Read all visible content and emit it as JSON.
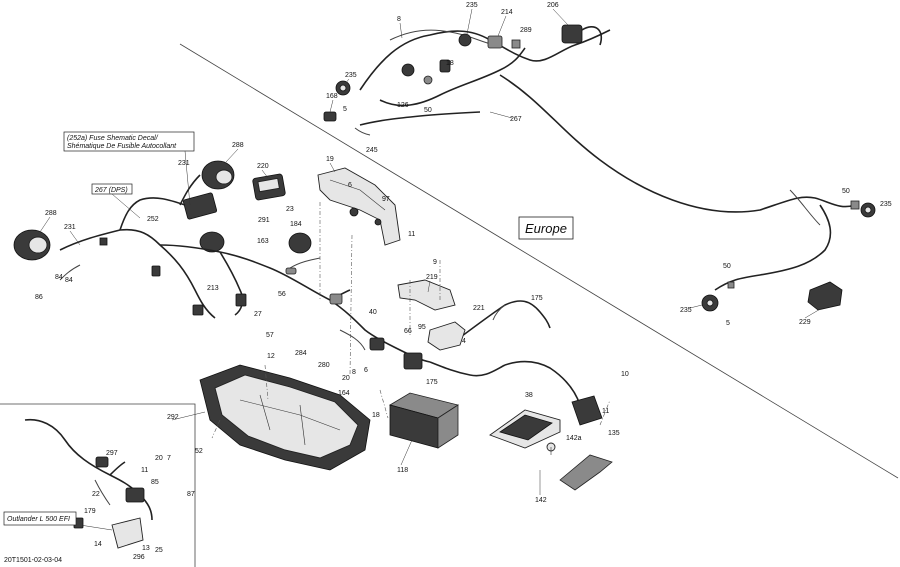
{
  "region_label": "Europe",
  "diagram_code": "20T1501-02-03-04",
  "inset_label": "Outlander L 500 EFI",
  "callout_fuse": [
    "(252a) Fuse Shematic Decal/",
    "Shématique De Fusible Autocollant"
  ],
  "callout_dps": "267 (DPS)",
  "part_numbers": {
    "p8": "8",
    "p235a": "235",
    "p214": "214",
    "p206": "206",
    "p289": "289",
    "p18a": "18",
    "p235b": "235",
    "p168": "168",
    "p5a": "5",
    "p126": "126",
    "p50a": "50",
    "p267": "267",
    "p245": "245",
    "p288a": "288",
    "p231a": "231",
    "p220": "220",
    "p19": "19",
    "p6a": "6",
    "p97": "97",
    "p23": "23",
    "p291": "291",
    "p252": "252",
    "p184": "184",
    "p11a": "11",
    "p163": "163",
    "p288b": "288",
    "p231b": "231",
    "p84a": "84",
    "p84b": "84",
    "p86": "86",
    "p213": "213",
    "p9": "9",
    "p219": "219",
    "p56": "56",
    "p221": "221",
    "p175a": "175",
    "p27": "27",
    "p40": "40",
    "p57": "57",
    "p95": "95",
    "p66": "66",
    "p4": "4",
    "p284": "284",
    "p280": "280",
    "p20a": "20",
    "p8b": "8",
    "p6b": "6",
    "p175b": "175",
    "p12": "12",
    "p164": "164",
    "p18b": "18",
    "p38": "38",
    "p292": "292",
    "p52": "52",
    "p118": "118",
    "p10": "10",
    "p11b": "11",
    "p135": "135",
    "p142a": "142a",
    "p142": "142",
    "p50b": "50",
    "p235c": "235",
    "p50c": "50",
    "p235d": "235",
    "p5b": "5",
    "p229": "229",
    "p297": "297",
    "p20b": "20",
    "p7": "7",
    "p11c": "11",
    "p85": "85",
    "p87": "87",
    "p22": "22",
    "p179": "179",
    "p14": "14",
    "p13": "13",
    "p296": "296",
    "p25": "25"
  }
}
